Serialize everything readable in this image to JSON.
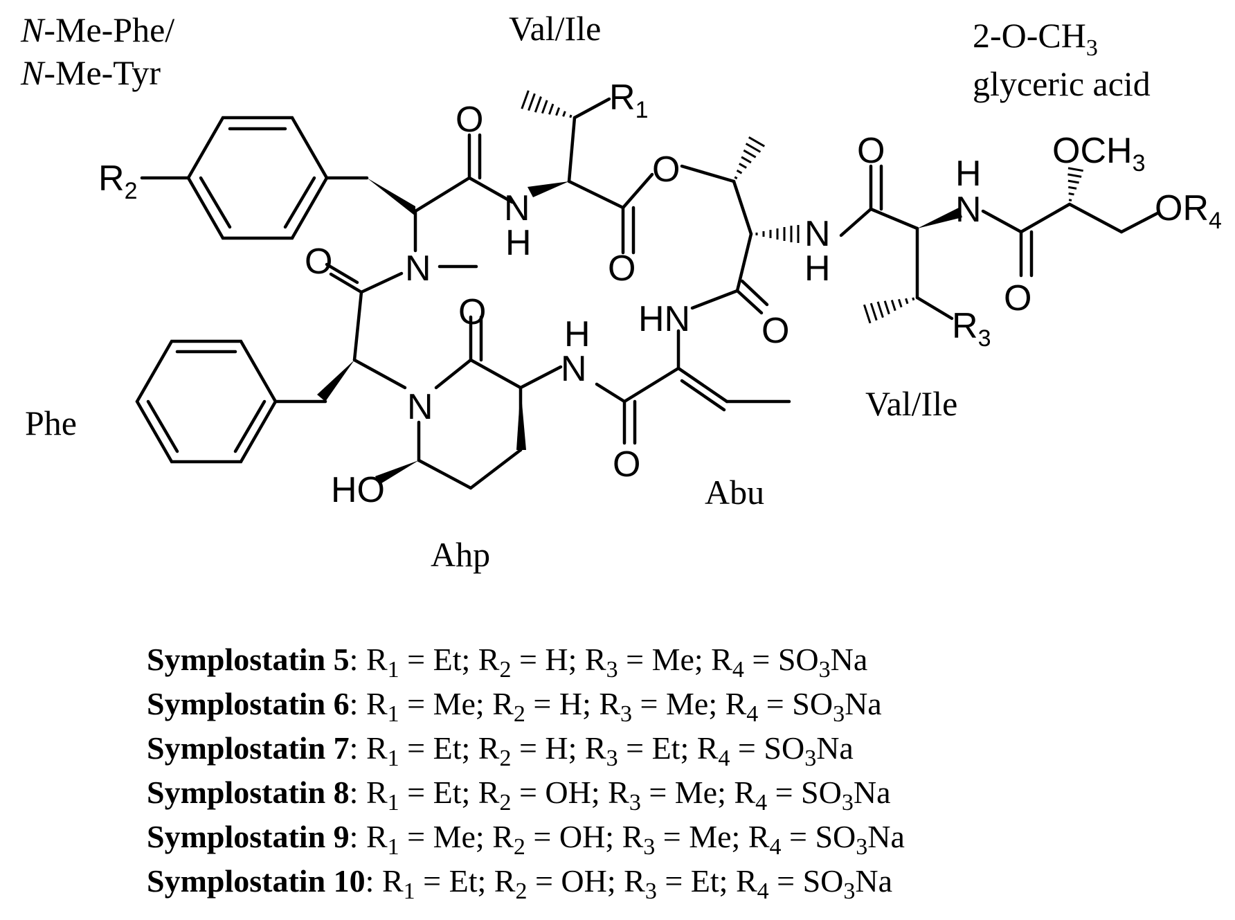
{
  "residue_labels": {
    "nmephe_line1_italic": "N",
    "nmephe_line1_rest": "-Me-Phe/",
    "nmephe_line2_italic": "N",
    "nmephe_line2_rest": "-Me-Tyr",
    "val_ile_top": "Val/Ile",
    "glyceric_line1": "2-O-CH",
    "glyceric_line1_sub": "3",
    "glyceric_line2": "glyceric acid",
    "phe": "Phe",
    "val_ile_bottom": "Val/Ile",
    "abu": "Abu",
    "ahp": "Ahp"
  },
  "atoms": {
    "R": "R",
    "one": "1",
    "two": "2",
    "three": "3",
    "four": "4",
    "O": "O",
    "N": "N",
    "H": "H",
    "HN": "HN",
    "HO": "HO",
    "OCH": "OCH",
    "OR": "OR"
  },
  "legend": [
    {
      "name": "Symplostatin 5",
      "r1": "Et",
      "r2": "H",
      "r3": "Me",
      "r4": "SO",
      "r4_sub": "3",
      "r4_tail": "Na"
    },
    {
      "name": "Symplostatin 6",
      "r1": "Me",
      "r2": "H",
      "r3": "Me",
      "r4": "SO",
      "r4_sub": "3",
      "r4_tail": "Na"
    },
    {
      "name": "Symplostatin 7",
      "r1": "Et",
      "r2": "H",
      "r3": "Et",
      "r4": "SO",
      "r4_sub": "3",
      "r4_tail": "Na"
    },
    {
      "name": "Symplostatin 8",
      "r1": "Et",
      "r2": "OH",
      "r3": "Me",
      "r4": "SO",
      "r4_sub": "3",
      "r4_tail": "Na"
    },
    {
      "name": "Symplostatin 9",
      "r1": "Me",
      "r2": "OH",
      "r3": "Me",
      "r4": "SO",
      "r4_sub": "3",
      "r4_tail": "Na"
    },
    {
      "name": "Symplostatin 10",
      "r1": "Et",
      "r2": "OH",
      "r3": "Et",
      "r4": "SO",
      "r4_sub": "3",
      "r4_tail": "Na"
    }
  ]
}
